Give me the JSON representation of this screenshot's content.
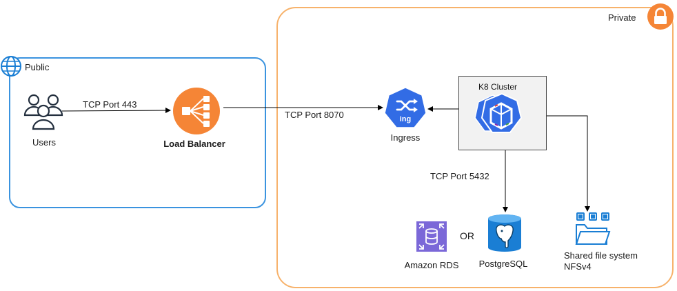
{
  "zones": {
    "public": {
      "label": "Public"
    },
    "private": {
      "label": "Private"
    }
  },
  "nodes": {
    "users": {
      "label": "Users"
    },
    "load_balancer": {
      "label": "Load Balancer"
    },
    "ingress": {
      "label": "Ingress",
      "icon_text": "ing"
    },
    "k8_cluster": {
      "label": "K8 Cluster"
    },
    "amazon_rds": {
      "label": "Amazon RDS"
    },
    "or_text": "OR",
    "postgresql": {
      "label": "PostgreSQL"
    },
    "shared_fs": {
      "label_line1": "Shared file system",
      "label_line2": "NFSv4"
    }
  },
  "edges": {
    "users_to_lb": "TCP Port 443",
    "lb_to_ingress": "TCP Port 8070",
    "cluster_to_postgres": "TCP Port 5432"
  },
  "colors": {
    "public_border": "#3a93df",
    "private_border": "#f7b26b",
    "lb_orange": "#f58536",
    "k8_blue": "#326ce5",
    "rds_purple": "#7b68d8",
    "file_blue": "#1a7ed4"
  },
  "icons": {
    "globe": "globe-icon",
    "lock": "lock-icon",
    "users": "users-icon",
    "load_balancer": "load-balancer-icon",
    "ingress": "ingress-icon",
    "k8": "kubernetes-pod-icon",
    "rds": "amazon-rds-icon",
    "postgres": "postgresql-icon",
    "folder": "shared-folder-icon"
  }
}
